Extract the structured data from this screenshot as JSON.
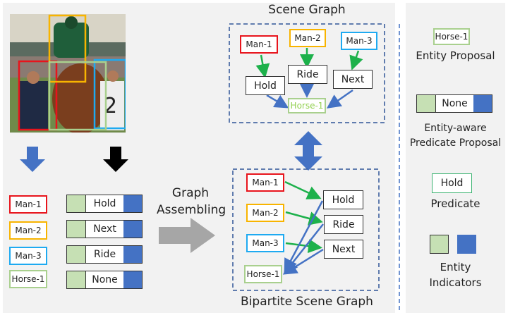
{
  "image": {
    "description": "Photo of jockey on horse with three men; bounding boxes",
    "boxes": [
      {
        "entity": "Man-1",
        "color": "#e8141c"
      },
      {
        "entity": "Man-2",
        "color": "#f8b400"
      },
      {
        "entity": "Man-3",
        "color": "#1eaaf1"
      },
      {
        "entity": "Horse-1",
        "color": "#a9d08e"
      }
    ]
  },
  "entities": [
    {
      "label": "Man-1",
      "color": "#e8141c"
    },
    {
      "label": "Man-2",
      "color": "#f8b400"
    },
    {
      "label": "Man-3",
      "color": "#1eaaf1"
    },
    {
      "label": "Horse-1",
      "color": "#a9d08e"
    }
  ],
  "predicate_proposals": [
    "Hold",
    "Next",
    "Ride",
    "None"
  ],
  "graph_assembling": {
    "line1": "Graph",
    "line2": "Assembling"
  },
  "scene_graph": {
    "title": "Scene Graph",
    "subjects": [
      "Man-1",
      "Man-2",
      "Man-3"
    ],
    "predicates": [
      "Hold",
      "Ride",
      "Next"
    ],
    "object": "Horse-1"
  },
  "bipartite_graph": {
    "title": "Bipartite Scene Graph",
    "entities": [
      "Man-1",
      "Man-2",
      "Man-3",
      "Horse-1"
    ],
    "predicates": [
      "Hold",
      "Ride",
      "Next"
    ]
  },
  "legend": {
    "entity_proposal": {
      "sample": "Horse-1",
      "label": "Entity Proposal"
    },
    "predicate_proposal": {
      "sample": "None",
      "label_line1": "Entity-aware",
      "label_line2": "Predicate Proposal"
    },
    "predicate": {
      "sample": "Hold",
      "label": "Predicate"
    },
    "indicators": {
      "label_line1": "Entity",
      "label_line2": "Indicators"
    }
  },
  "colors": {
    "green_arrow": "#1db14b",
    "blue_arrow": "#4472c4",
    "indicator_green": "#c6e0b4",
    "indicator_blue": "#4472c4",
    "dashed_border": "#2f5597"
  }
}
